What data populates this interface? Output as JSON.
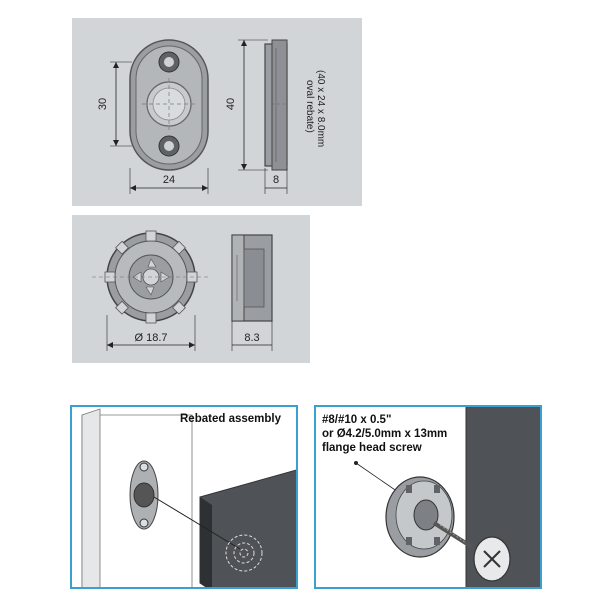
{
  "drawing1": {
    "dim_height": "30",
    "dim_overall": "40",
    "dim_width": "24",
    "dim_depth": "8",
    "note": "(40 x 24 x 8.0mm",
    "note2": "oval rebate)"
  },
  "drawing2": {
    "dim_diameter": "Ø 18.7",
    "dim_depth": "8.3"
  },
  "assembly": {
    "title": "Rebated assembly"
  },
  "screw": {
    "line1": "#8/#10 x 0.5\"",
    "line2": "or Ø4.2/5.0mm x 13mm",
    "line3": "flange head screw"
  },
  "colors": {
    "panel_bg": "#d2d5d8",
    "accent_border": "#3aa0cf",
    "part_gray": "#9a9ea2"
  }
}
